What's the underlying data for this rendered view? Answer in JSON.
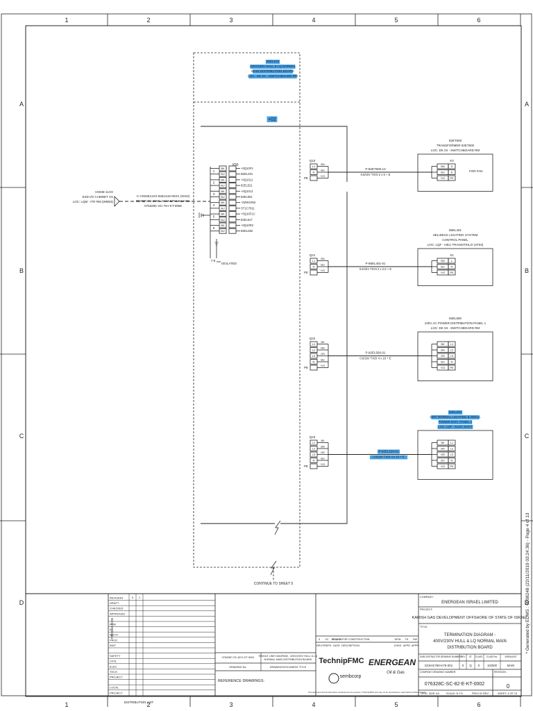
{
  "grid": {
    "columns": [
      "1",
      "2",
      "3",
      "4",
      "5",
      "6"
    ],
    "rows": [
      "A",
      "B",
      "C",
      "D"
    ]
  },
  "board": {
    "lines": [
      "82EL510",
      "400V/230V HULL & LQ NORMAL",
      "MAIN DISTRIBUTION BOARD",
      "LOC : DK 04 - SWITCHBOARD RM"
    ],
    "section": "+02"
  },
  "incoming": {
    "source": [
      "VS03E-11XX",
      "ESD I/O CABINET XX",
      "LOC: LQM - ITR RM (WM03)"
    ],
    "cable": [
      "C-VS03E11XX-82EL510-00XX (X010)",
      "REFER TO DWG. SCM-E750-B12-001",
      "076328C-SC-79-I-KT-0068"
    ]
  },
  "terminal_block": {
    "header": "X50",
    "pins": [
      "1",
      "2",
      "3",
      "4",
      "5",
      "6",
      "7-8"
    ],
    "cores": [
      "BK",
      "BU",
      "BK",
      "BU",
      "BK",
      "BU",
      "BK",
      "BU",
      "BK",
      "BU",
      "BK",
      "BU"
    ],
    "signals": [
      "+0Q10F2",
      "B2EL401",
      "+0Q10L2",
      "82EL521",
      "+0Q10L3",
      "82EL551",
      "+0ZW10N2",
      "ST1C7011",
      "+0Q10F1C",
      "82EL517",
      "+0Q10R2",
      "B2EL552"
    ],
    "isolated": "ISOLATED"
  },
  "feeders": [
    {
      "breaker": "Q10",
      "terminals": [
        "L1",
        "N",
        "PE"
      ],
      "cores": [
        "BN",
        "BU",
        "Y/G"
      ],
      "cable_id": "P-82ET600-13",
      "cable_spec": "0.6/1kV TXOI 2 x 6 + E",
      "dest_title": [
        "82ET600",
        "TRANSFORMER 82ET600",
        "LOC: DK 04 - SWITCHBOARD RM"
      ],
      "dest_header": "XV",
      "dest_terminals": [
        "5",
        "6",
        "PE"
      ],
      "dest_cores": [
        "BN",
        "BU",
        "Y/G"
      ],
      "dest_note": "FOR FAN",
      "highlight": false
    },
    {
      "breaker": "Q21",
      "terminals": [
        "L1",
        "N",
        "PE"
      ],
      "cores": [
        "BN",
        "BU",
        "Y/G"
      ],
      "cable_id": "P-85EL401-01",
      "cable_spec": "0.6/1kV TXOI 2 x 2.5 + E",
      "dest_title": [
        "85EL401",
        "HELIDECK LIGHTING SYSTEM",
        "CONTROL PANEL",
        "LOC: LQF - HELI TRANSIT/HLO (AF03)"
      ],
      "dest_header": "X1",
      "dest_terminals": [
        "L",
        "N",
        "PE"
      ],
      "dest_cores": [
        "BN",
        "BU",
        "Y/G"
      ],
      "dest_note": "",
      "highlight": false
    },
    {
      "breaker": "Q22",
      "terminals": [
        "L1",
        "L2",
        "L3",
        "N",
        "PE"
      ],
      "cores": [
        "BK",
        "BN",
        "GR",
        "BU",
        "Y/G"
      ],
      "cable_id": "P-82EL560-01",
      "cable_spec": "0.6/1kV TXOI 4 x 10 + E",
      "dest_title": [
        "82EL560",
        "230V AC POWER DISTRIBUTION PANEL 1",
        "LOC: DK 04 - SWITCHBOARD RM"
      ],
      "dest_header": "",
      "dest_terminals": [
        "L1",
        "L2",
        "L3",
        "N",
        "PE"
      ],
      "dest_cores": [
        "BK",
        "BN",
        "GR",
        "BU",
        "Y/G"
      ],
      "dest_note": "",
      "highlight": false
    },
    {
      "breaker": "Q23",
      "terminals": [
        "L1",
        "L2",
        "L3",
        "N",
        "PE"
      ],
      "cores": [
        "BK",
        "BN",
        "GR",
        "BU",
        "Y/G"
      ],
      "cable_id": "P-82EL520-01",
      "cable_spec": "0.6/1kV TXOI 4 x 10 + E",
      "dest_title": [
        "82EL520",
        "230V NORMAL LIGHTING & SMALL",
        "POWER DIST. PANEL 1",
        "LOC: LQF - ELEC DUCT"
      ],
      "dest_header": "",
      "dest_terminals": [
        "L1",
        "L2",
        "L3",
        "N",
        "PE"
      ],
      "dest_cores": [
        "BK",
        "BN",
        "GR",
        "BU",
        "Y/G"
      ],
      "dest_note": "",
      "highlight": true
    }
  ],
  "continue_note": "CONTINUE TO SHEET 5",
  "side_stamp": "* Generated by EDMS : 0008248 (22/11/2019 03:24:36) - Page 4 of 13",
  "title_block": {
    "rev_labels": [
      "REVISION",
      "DRAFT",
      "CHECKED",
      "APPROVED",
      "",
      "PCM",
      "EL",
      "MECH",
      "PROC",
      "INST",
      "",
      "SAFETY",
      "CIVIL",
      "ELEC",
      "TECH",
      "PROJECT",
      "",
      "LOCAL",
      "PROJECT"
    ],
    "rev_cols": [
      "0",
      "1"
    ],
    "production_label": "PRODUCTION",
    "distribution": "DISTRIBUTION LIST",
    "ref_drawing_no": "076328C-SC-82-E-KT-0001",
    "ref_drawing_title": [
      "SINGLE LINE DIAGRAM - 400V/230V HULL & LQ",
      "NORMAL MAIN DISTRIBUTION BOARD"
    ],
    "drawing_no_label": "DRAWING No.",
    "drawing_title_label": "DRAWING/DOCUMENT TITLE",
    "reference_drawings": "REFERENCE DRAWINGS:",
    "revision_row": [
      "0",
      "VC",
      "22.11.19",
      "ISSUED FOR CONSTRUCTION",
      "DPW",
      "TK",
      "SW"
    ],
    "revision_headers": [
      "REV",
      "PREPD",
      "DATE",
      "DESCRIPTION",
      "CHKD",
      "APPD",
      "APPR"
    ],
    "company_label": "COMPANY:",
    "company": "ENERGEAN ISRAEL LIMITED",
    "project_label": "PROJECT:",
    "project": "KARISH GAS DEVELOPMENT OFFSHORE OF STATE OF ISRAEL",
    "title_label": "TITLE:",
    "title": [
      "TERMINATION DIAGRAM -",
      "400V/230V HULL & LQ NORMAL MAIN",
      "DISTRIBUTION BOARD"
    ],
    "contractor_label": "SUBCONTRACTOR DRAWING NUMBER",
    "contractor_no": "SCM-E750-K75-001",
    "rev_box_headers": [
      "REV",
      "ST.",
      "CLASS",
      "CLASS No.",
      "AREA/UNIT"
    ],
    "rev_box_values": [
      "0",
      "Q",
      "0",
      "102000",
      "MAIN"
    ],
    "company_drawing_label": "COMPANY DRAWING NUMBER:",
    "company_drawing_no": "076328C-SC-82-E-KT-0002",
    "revision_label": "REVISION:",
    "revision": "0",
    "footer": [
      "ORIG. SIZE: A3",
      "SCALE: N.T.S",
      "PROJ ID REV: -",
      "SHEET: 4 OF 13"
    ],
    "logos": {
      "technip": "TechnipFMC",
      "sembcorp": "sembcorp marine",
      "energean": "ENERGEAN",
      "energean_sub": "Oil & Gas"
    },
    "legal": "This document and all information contained are the property of TechnipFMC and may not be reproduced or used without written consent."
  }
}
